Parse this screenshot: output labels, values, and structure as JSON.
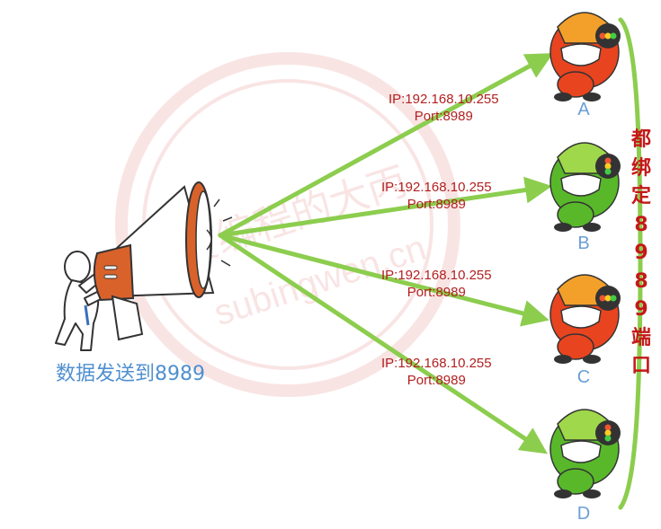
{
  "sender": {
    "caption": "数据发送到8989"
  },
  "links": [
    {
      "ip": "IP:192.168.10.255",
      "port": "Port:8989"
    },
    {
      "ip": "IP:192.168.10.255",
      "port": "Port:8989"
    },
    {
      "ip": "IP:192.168.10.255",
      "port": "Port:8989"
    },
    {
      "ip": "IP:192.168.10.255",
      "port": "Port:8989"
    }
  ],
  "receivers": [
    {
      "label": "A",
      "color": "#e8441f"
    },
    {
      "label": "B",
      "color": "#58b82a"
    },
    {
      "label": "C",
      "color": "#e8441f"
    },
    {
      "label": "D",
      "color": "#58b82a"
    }
  ],
  "note": {
    "chars": [
      "都",
      "绑",
      "定",
      "8",
      "9",
      "8",
      "9",
      "端",
      "口"
    ]
  },
  "watermark": {
    "text_cn": "爱编程的大丙",
    "text_en": "subingwen.cn"
  },
  "colors": {
    "arrow": "#8ccd4e",
    "label": "#b32020",
    "letter": "#6a9fd6",
    "caption": "#4f8fcf",
    "megaphone": "#d9622b"
  }
}
